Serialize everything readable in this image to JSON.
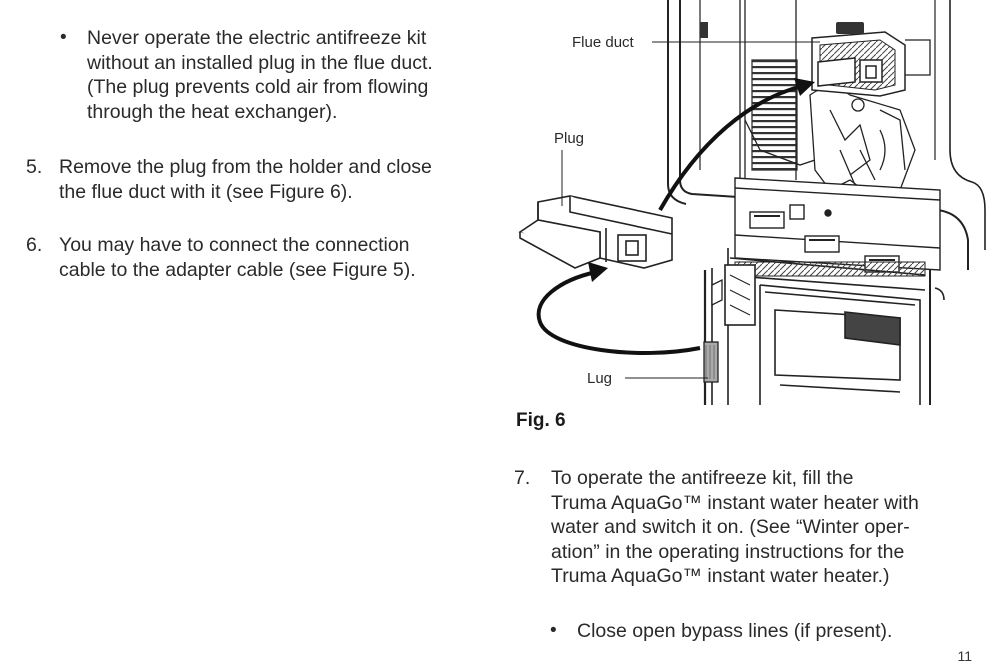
{
  "left_column": {
    "bullet": {
      "lines": [
        "Never operate the electric antifreeze kit",
        "without an installed plug in the flue duct.",
        "(The plug prevents cold air from flowing",
        "through the heat exchanger)."
      ]
    },
    "step5": {
      "number": "5.",
      "lines": [
        "Remove the plug from the holder and close",
        "the flue duct with it (see Figure 6)."
      ]
    },
    "step6": {
      "number": "6.",
      "lines": [
        "You may have to connect the connection",
        "cable to the adapter cable (see Figure 5)."
      ]
    }
  },
  "figure": {
    "labels": {
      "flue_duct": "Flue duct",
      "plug": "Plug",
      "lug": "Lug"
    },
    "caption": "Fig. 6"
  },
  "right_column": {
    "step7": {
      "number": "7.",
      "lines": [
        "To operate the antifreeze kit, fill the",
        "Truma AquaGo™ instant water heater with",
        "water and switch it on. (See “Winter oper-",
        "ation” in the operating instructions for the",
        "Truma AquaGo™ instant water heater.)"
      ]
    },
    "bullet": {
      "text": "Close open bypass lines (if present)."
    }
  },
  "page_number": "11"
}
